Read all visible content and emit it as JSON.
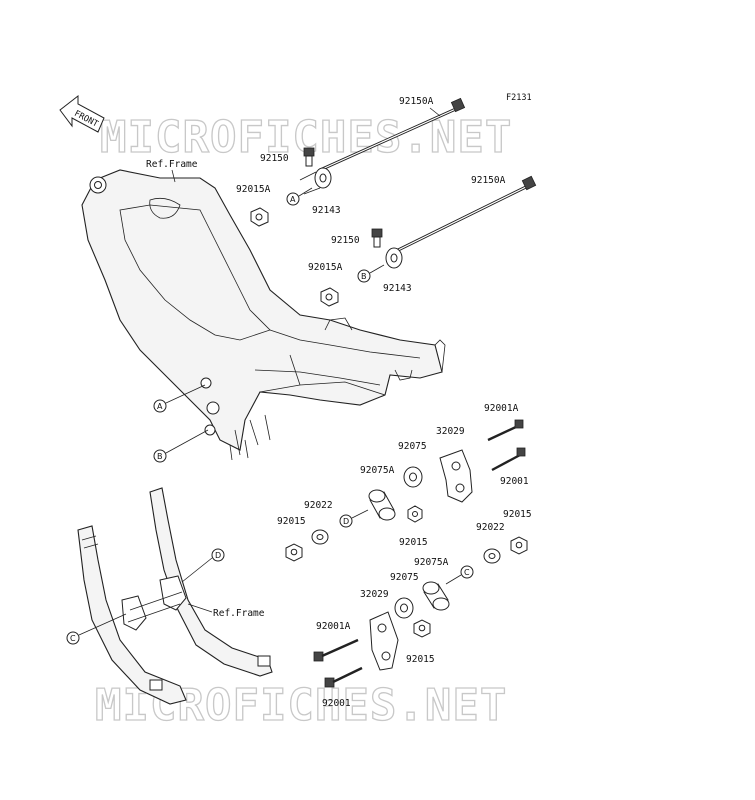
{
  "figure_code": "F2131",
  "direction_label": "FRONT",
  "watermark": "MICROFICHES.NET",
  "ref_frame": "Ref.Frame",
  "callouts": {
    "a": "A",
    "b": "B",
    "c": "C",
    "d": "D"
  },
  "parts": {
    "p92150A": "92150A",
    "p92150": "92150",
    "p92143": "92143",
    "p92015A": "92015A",
    "p92001A": "92001A",
    "p92001": "92001",
    "p32029": "32029",
    "p92075": "92075",
    "p92075A": "92075A",
    "p92022": "92022",
    "p92015": "92015"
  }
}
